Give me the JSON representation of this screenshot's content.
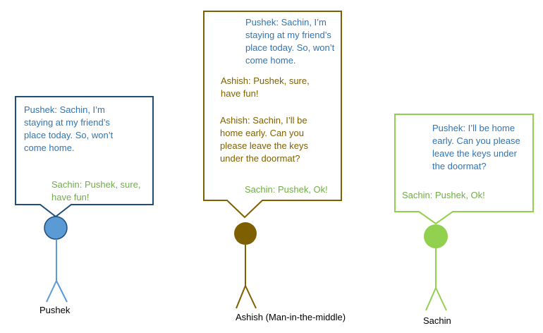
{
  "colors": {
    "pushek": "#2E75B6",
    "pushek_dark": "#1F4E79",
    "pushek_fill": "#5B9BD5",
    "ashish": "#7F6000",
    "ashish_fill": "#7F6000",
    "sachin": "#92D050",
    "sachin_fill": "#92D050",
    "pushek_text": "#2E75B6",
    "ashish_text": "#7F6000",
    "sachin_text": "#70AD47"
  },
  "figures": [
    {
      "name": "Pushek",
      "bubble": [
        {
          "speaker": "Pushek",
          "text": "Pushek: Sachin, I’m\nstaying at my friend’s\nplace today. So, won’t\ncome home."
        },
        {
          "speaker": "Sachin",
          "text": "Sachin: Pushek, sure,\nhave fun!"
        }
      ]
    },
    {
      "name": "Ashish (Man-in-the-middle)",
      "bubble": [
        {
          "speaker": "Pushek",
          "text": "Pushek: Sachin, I’m\nstaying at my friend’s\nplace today. So, won’t\ncome home."
        },
        {
          "speaker": "Ashish",
          "text": "Ashish: Pushek, sure,\nhave fun!"
        },
        {
          "speaker": "Ashish",
          "text": "Ashish: Sachin, I’ll be\nhome early. Can you\nplease leave the keys\nunder the doormat?"
        },
        {
          "speaker": "Sachin",
          "text": "Sachin: Pushek, Ok!"
        }
      ]
    },
    {
      "name": "Sachin",
      "bubble": [
        {
          "speaker": "Pushek",
          "text": "Pushek: I’ll be home\nearly. Can you please\nleave the keys under\nthe doormat?"
        },
        {
          "speaker": "Sachin",
          "text": "Sachin: Pushek, Ok!"
        }
      ]
    }
  ]
}
